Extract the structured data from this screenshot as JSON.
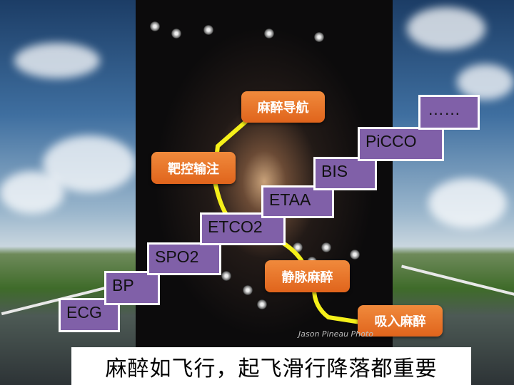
{
  "monitors": [
    "ECG",
    "BP",
    "SPO2",
    "ETCO2",
    "ETAA",
    "BIS",
    "PiCCO",
    "……"
  ],
  "stages": {
    "navigation": "麻醉导航",
    "tci": "靶控输注",
    "iv": "静脉麻醉",
    "inhalation": "吸入麻醉"
  },
  "watermark": "Jason Pineau Photo",
  "caption": "麻醉如飞行，起飞滑行降落都重要",
  "colors": {
    "purple": "#8060a8",
    "orange": "#e8742a",
    "path": "#f5f01a"
  }
}
